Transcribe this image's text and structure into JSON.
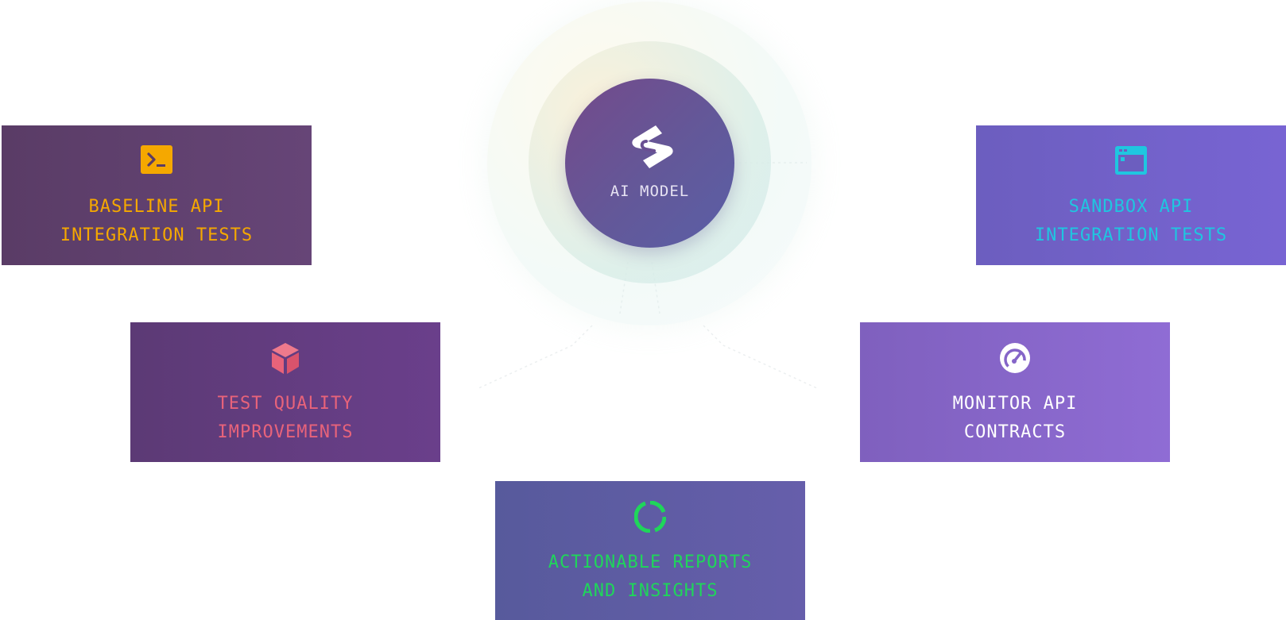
{
  "hub": {
    "label": "AI MODEL",
    "logo_icon": "s-logo-icon",
    "color_start": "#744a8a",
    "color_end": "#5a5fa6"
  },
  "cards": {
    "baseline": {
      "title": "BASELINE API\nINTEGRATION TESTS",
      "icon": "terminal-icon",
      "accent": "#f5a800"
    },
    "sandbox": {
      "title": "SANDBOX API\nINTEGRATION TESTS",
      "icon": "browser-window-icon",
      "accent": "#1fc6e0"
    },
    "quality": {
      "title": "TEST QUALITY\nIMPROVEMENTS",
      "icon": "cube-icon",
      "accent": "#e8637a"
    },
    "monitor": {
      "title": "MONITOR API\nCONTRACTS",
      "icon": "gauge-icon",
      "accent": "#ffffff"
    },
    "reports": {
      "title": "ACTIONABLE REPORTS\nAND INSIGHTS",
      "icon": "donut-chart-icon",
      "accent": "#1fd65a"
    }
  }
}
